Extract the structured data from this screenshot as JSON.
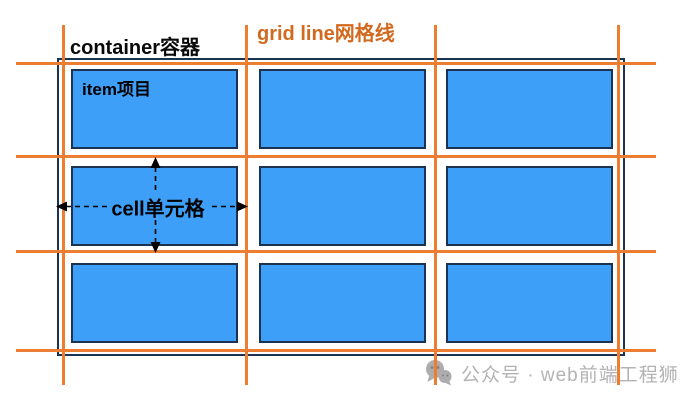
{
  "diagram": {
    "container_label": "container容器",
    "grid_line_label": "grid line网格线",
    "item_label": "item项目",
    "cell_label": "cell单元格",
    "grid": {
      "rows": 3,
      "cols": 3
    }
  },
  "watermark": {
    "icon": "wechat-icon",
    "text": "公众号 · web前端工程狮"
  },
  "colors": {
    "grid_line_orange": "#ED7D31",
    "grid_line_label_orange": "#D2691E",
    "item_fill_blue": "#3E9FF8",
    "border_navy": "#1B3350",
    "watermark_gray": "#B3B3B3"
  }
}
